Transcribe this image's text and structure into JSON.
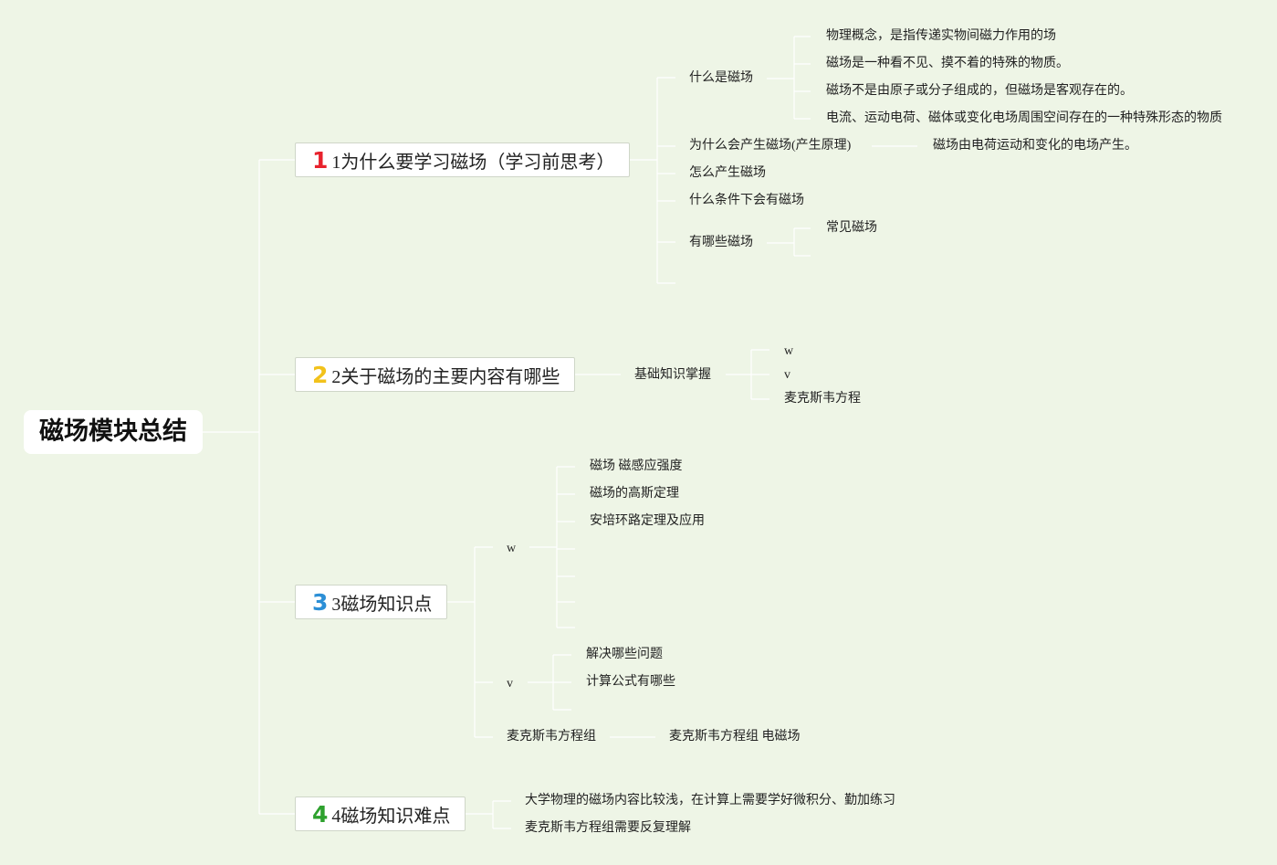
{
  "root": {
    "label": "磁场模块总结"
  },
  "branches": [
    {
      "badge": "1",
      "badge_color": "#e8222d",
      "label": "1为什么要学习磁场（学习前思考）",
      "children": [
        {
          "label": "什么是磁场",
          "children": [
            "物理概念，是指传递实物间磁力作用的场",
            "磁场是一种看不见、摸不着的特殊的物质。",
            "磁场不是由原子或分子组成的，但磁场是客观存在的。",
            "电流、运动电荷、磁体或变化电场周围空间存在的一种特殊形态的物质"
          ]
        },
        {
          "label": "为什么会产生磁场(产生原理)",
          "children": [
            "磁场由电荷运动和变化的电场产生。"
          ]
        },
        {
          "label": "怎么产生磁场"
        },
        {
          "label": "什么条件下会有磁场"
        },
        {
          "label": "有哪些磁场",
          "children": [
            "常见磁场"
          ]
        }
      ]
    },
    {
      "badge": "2",
      "badge_color": "#f2c21b",
      "label": "2关于磁场的主要内容有哪些",
      "children": [
        {
          "label": "基础知识掌握",
          "children": [
            "w",
            "v",
            "麦克斯韦方程"
          ]
        }
      ]
    },
    {
      "badge": "3",
      "badge_color": "#2c8fd6",
      "label": "3磁场知识点",
      "children": [
        {
          "label": "w",
          "children": [
            "磁场 磁感应强度",
            "磁场的高斯定理",
            "安培环路定理及应用"
          ]
        },
        {
          "label": "v",
          "children": [
            "解决哪些问题",
            "计算公式有哪些"
          ]
        },
        {
          "label": "麦克斯韦方程组",
          "children": [
            "麦克斯韦方程组 电磁场"
          ]
        }
      ]
    },
    {
      "badge": "4",
      "badge_color": "#2ea12e",
      "label": "4磁场知识难点",
      "children": [
        {
          "label": "大学物理的磁场内容比较浅，在计算上需要学好微积分、勤加练习"
        },
        {
          "label": "麦克斯韦方程组需要反复理解"
        }
      ]
    }
  ],
  "colors": {
    "background": "#eef5e6",
    "connector": "#ffffff"
  }
}
